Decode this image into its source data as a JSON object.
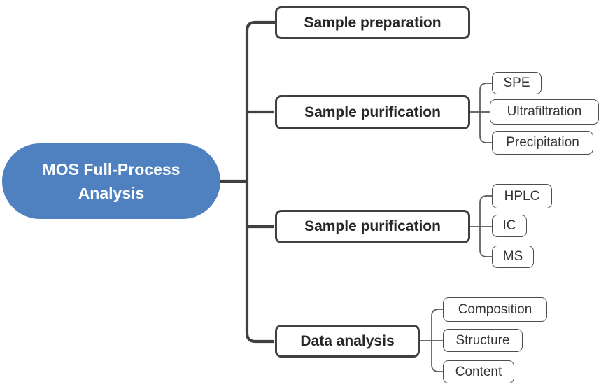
{
  "diagram": {
    "root": {
      "label": "MOS Full-Process Analysis"
    },
    "branches": [
      {
        "label": "Sample preparation",
        "children": []
      },
      {
        "label": "Sample purification",
        "children": [
          "SPE",
          "Ultrafiltration",
          "Precipitation"
        ]
      },
      {
        "label": "Sample purification",
        "children": [
          "HPLC",
          "IC",
          "MS"
        ]
      },
      {
        "label": "Data analysis",
        "children": [
          "Composition",
          "Structure",
          "Content"
        ]
      }
    ],
    "colors": {
      "root_fill": "#4f81c1",
      "root_text": "#ffffff",
      "branch_border": "#404040",
      "leaf_border": "#4d4d4d",
      "main_connector": "#404040",
      "leaf_connector": "#595959",
      "background": "#ffffff"
    }
  }
}
